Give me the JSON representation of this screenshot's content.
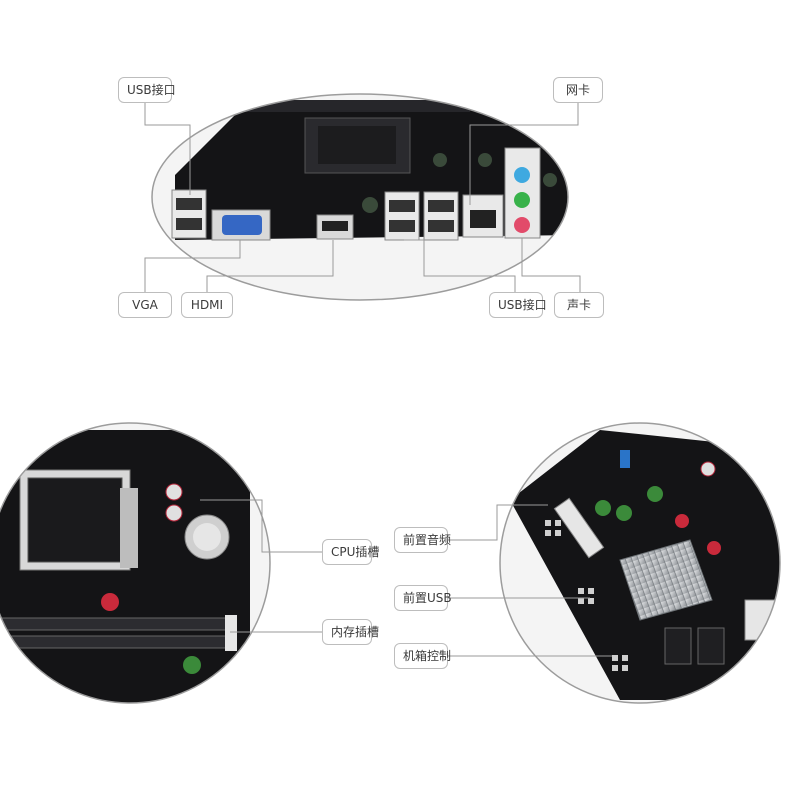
{
  "colors": {
    "board": "#141416",
    "line": "#9a9a9a",
    "audio_blue": "#3fa9e0",
    "audio_green": "#38b24a",
    "audio_pink": "#e24b6a"
  },
  "labels": {
    "usb_top": "USB接口",
    "network": "网卡",
    "vga": "VGA",
    "hdmi": "HDMI",
    "usb_bottom": "USB接口",
    "sound": "声卡",
    "cpu_socket": "CPU插槽",
    "memory_slot": "内存插槽",
    "front_audio": "前置音频",
    "front_usb": "前置USB",
    "case_control": "机箱控制"
  }
}
